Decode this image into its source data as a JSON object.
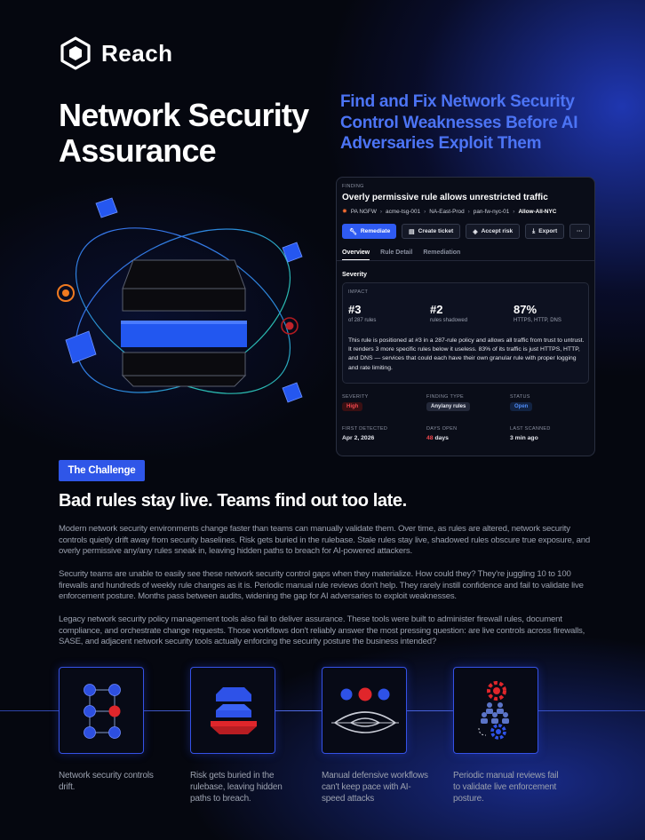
{
  "brand": {
    "name": "Reach"
  },
  "title": "Network Security Assurance",
  "subtitle": "Find and Fix Network Security Control Weaknesses Before AI Adversaries Exploit Them",
  "finding": {
    "label": "FINDING",
    "title": "Overly permissive rule allows unrestricted traffic",
    "path": [
      "PA NGFW",
      "acme-tsg-001",
      "NA-East-Prod",
      "pan-fw-nyc-01",
      "Allow-All-NYC"
    ],
    "actions": [
      "Remediate",
      "Create ticket",
      "Accept risk",
      "Export",
      "···"
    ],
    "tabs": [
      "Overview",
      "Rule Detail",
      "Remediation"
    ],
    "section": "Severity",
    "impact": {
      "label": "IMPACT",
      "stats": [
        {
          "value": "#3",
          "caption": "of 287 rules"
        },
        {
          "value": "#2",
          "caption": "rules shadowed"
        },
        {
          "value": "87%",
          "caption": "HTTPS, HTTP, DNS"
        }
      ],
      "text": "This rule is positioned at #3 in a 287-rule policy and allows all traffic from trust to untrust. It renders 3 more specific rules below it useless. 83% of its traffic is just HTTPS, HTTP, and DNS — services that could each have their own granular rule with proper logging and rate limiting."
    },
    "meta": {
      "severity_label": "SEVERITY",
      "severity": "High",
      "type_label": "FINDING TYPE",
      "type": "Any/any rules",
      "status_label": "STATUS",
      "status": "Open",
      "first_label": "FIRST DETECTED",
      "first": "Apr 2, 2026",
      "days_label": "DAYS OPEN",
      "days_num": "48",
      "days_unit": "days",
      "scanned_label": "LAST SCANNED",
      "scanned": "3 min ago"
    }
  },
  "challenge": {
    "tag": "The Challenge",
    "heading": "Bad rules stay live. Teams find out too late.",
    "paragraphs": [
      "Modern network security environments change faster than teams can manually validate them. Over time, as rules are altered, network security controls quietly drift away from security baselines. Risk gets buried in the rulebase. Stale rules stay live, shadowed rules obscure true exposure, and overly permissive any/any rules sneak in, leaving hidden paths to breach for AI-powered attackers.",
      "Security teams are unable to easily see these network security control gaps when they materialize. How could they? They're juggling 10 to 100 firewalls and hundreds of weekly rule changes as it is. Periodic manual rule reviews don't help. They rarely instill confidence and fail to validate live enforcement posture. Months pass between audits, widening the gap for AI adversaries to exploit weaknesses.",
      "Legacy network security policy management tools also fail to deliver assurance. These tools were built to administer firewall rules, document compliance, and orchestrate change requests. Those workflows don't reliably answer the most pressing question: are live controls across firewalls, SASE, and adjacent network security tools actually enforcing the security posture the business intended?"
    ]
  },
  "features": [
    {
      "icon": "node-grid-icon",
      "caption": "Network security controls drift."
    },
    {
      "icon": "layers-icon",
      "caption": "Risk gets buried in the rulebase, leaving hidden paths to breach."
    },
    {
      "icon": "eye-icon",
      "caption": "Manual defensive workflows can't keep pace with AI-speed attacks"
    },
    {
      "icon": "team-gears-icon",
      "caption": "Periodic manual reviews fail to validate live enforcement posture."
    }
  ],
  "colors": {
    "accent": "#2f56e8",
    "subtitle": "#4c74f5",
    "danger": "#e0262b",
    "background": "#05070f"
  }
}
